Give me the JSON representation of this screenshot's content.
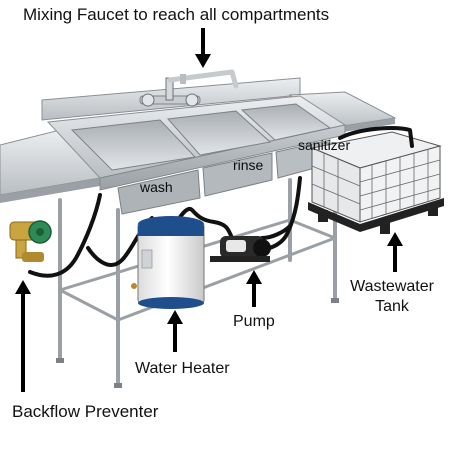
{
  "labels": {
    "faucet": "Mixing Faucet to reach all compartments",
    "wash": "wash",
    "rinse": "rinse",
    "sanitizer": "sanitizer",
    "wastewater_line1": "Wastewater",
    "wastewater_line2": "Tank",
    "pump": "Pump",
    "water_heater": "Water Heater",
    "backflow": "Backflow Preventer"
  },
  "colors": {
    "steel_light": "#d9dcdf",
    "steel_mid": "#b5babe",
    "steel_dark": "#8a8f94",
    "hose": "#111111",
    "valve_green": "#2e8b57",
    "heater_blue": "#1f4e8c",
    "heater_white": "#f4f4f4",
    "tank_frame": "#555555"
  }
}
